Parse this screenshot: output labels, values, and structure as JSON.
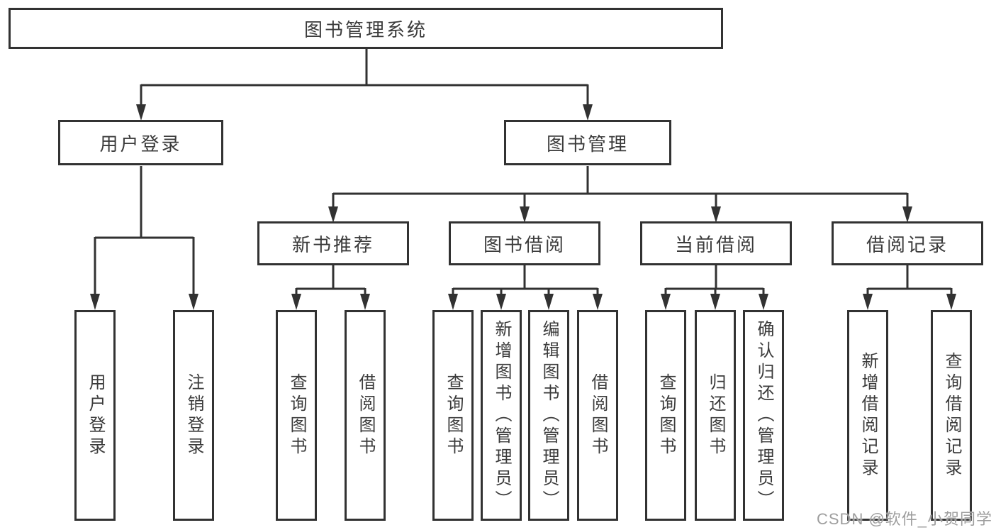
{
  "nodes": {
    "root": {
      "label": "图书管理系统"
    },
    "level2": [
      {
        "label": "用户登录"
      },
      {
        "label": "图书管理"
      }
    ],
    "level3": [
      {
        "label": "新书推荐"
      },
      {
        "label": "图书借阅"
      },
      {
        "label": "当前借阅"
      },
      {
        "label": "借阅记录"
      }
    ],
    "leaves": {
      "login": [
        {
          "label": "用户登录"
        },
        {
          "label": "注销登录"
        }
      ],
      "recommend": [
        {
          "label": "查询图书"
        },
        {
          "label": "借阅图书"
        }
      ],
      "borrow": [
        {
          "label": "查询图书"
        },
        {
          "label": "新增图书（管理员）"
        },
        {
          "label": "编辑图书（管理员）"
        },
        {
          "label": "借阅图书"
        }
      ],
      "current": [
        {
          "label": "查询图书"
        },
        {
          "label": "归还图书"
        },
        {
          "label": "确认归还（管理员）"
        }
      ],
      "records": [
        {
          "label": "新增借阅记录"
        },
        {
          "label": "查询借阅记录"
        }
      ]
    }
  },
  "watermark": {
    "text": "CSDN @软件_小贺同学"
  },
  "colors": {
    "line": "#323232",
    "box_border": "#323232",
    "text": "#3b3b3b",
    "watermark": "#9e9e9e",
    "background": "#ffffff"
  }
}
